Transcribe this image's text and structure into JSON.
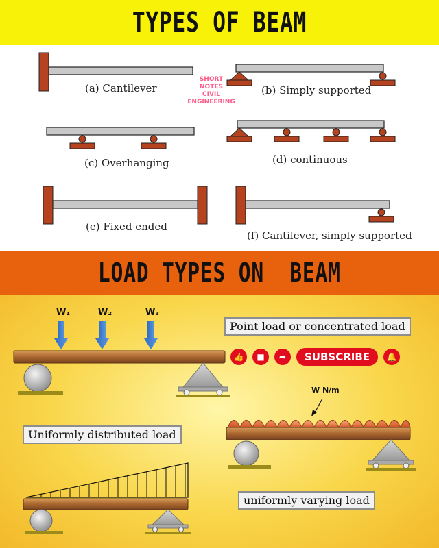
{
  "header": {
    "title": "TYPES OF BEAM"
  },
  "beam_types": {
    "cantilever": "(a) Cantilever",
    "simply_supported": "(b) Simply supported",
    "overhanging": "(c) Overhanging",
    "continuous": "(d) continuous",
    "fixed_ended": "(e) Fixed ended",
    "cantilever_simply_supported": "(f) Cantilever, simply supported"
  },
  "watermark": {
    "line1": "SHORT",
    "line2": "NOTES",
    "line3": "CIVIL",
    "line4": "ENGINEERING"
  },
  "load_header": {
    "title": "LOAD TYPES ON  BEAM"
  },
  "loads": {
    "point_label": "Point load or concentrated load",
    "udl_label": "Uniformly distributed load",
    "uvl_label": "uniformly varying load",
    "w1": "W₁",
    "w2": "W₂",
    "w3": "W₃",
    "w_per_m": "W N/m"
  },
  "social": {
    "subscribe": "SUBSCRIBE"
  },
  "colors": {
    "support": "#b5431f",
    "beam": "#c8c8c8",
    "header_yellow": "#f7f207",
    "header_orange": "#e8610d",
    "youtube_red": "#e10c1e"
  }
}
